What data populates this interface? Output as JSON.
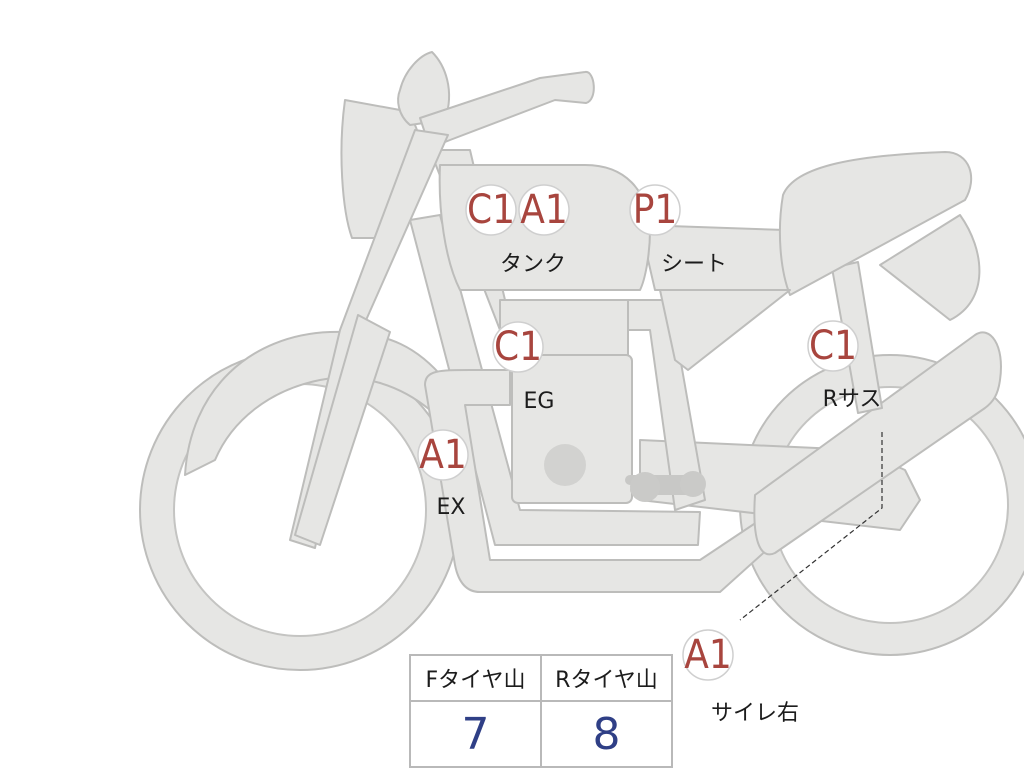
{
  "parts": [
    {
      "id": "tank-c",
      "grade": "C1",
      "label": ""
    },
    {
      "id": "tank-a",
      "grade": "A1",
      "label": "タンク"
    },
    {
      "id": "seat",
      "grade": "P1",
      "label": "シート"
    },
    {
      "id": "engine",
      "grade": "C1",
      "label": "EG"
    },
    {
      "id": "rear-suspension",
      "grade": "C1",
      "label": "Rサス"
    },
    {
      "id": "exhaust",
      "grade": "A1",
      "label": "EX"
    },
    {
      "id": "silencer-right",
      "grade": "A1",
      "label": "サイレ右"
    }
  ],
  "tire_table": {
    "headers": [
      "Fタイヤ山",
      "Rタイヤ山"
    ],
    "values": [
      "7",
      "8"
    ]
  },
  "colors": {
    "grade_text": "#a8453e",
    "tire_value": "#2f3f86",
    "motorcycle_fill": "#e6e6e4"
  }
}
